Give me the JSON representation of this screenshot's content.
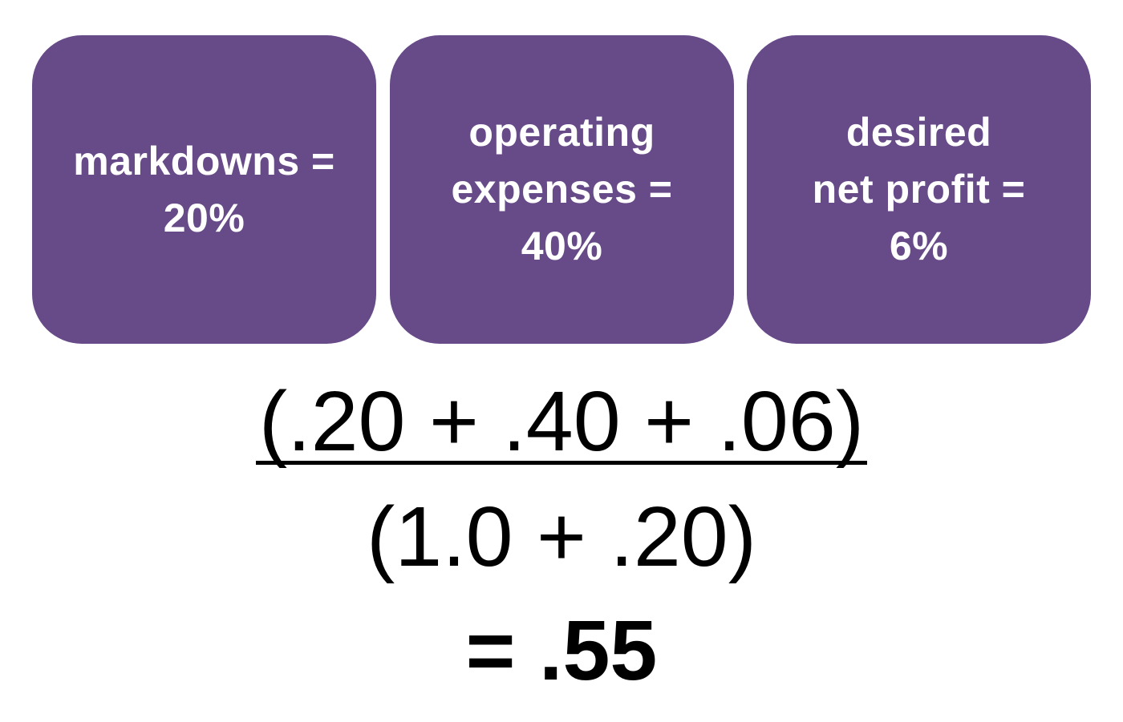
{
  "colors": {
    "box_fill": "#674a88",
    "box_text": "#ffffff",
    "formula_text": "#000000"
  },
  "boxes": [
    {
      "lines": [
        "markdowns =",
        "20%"
      ]
    },
    {
      "lines": [
        "operating",
        "expenses =",
        "40%"
      ]
    },
    {
      "lines": [
        "desired",
        "net profit =",
        "6%"
      ]
    }
  ],
  "formula": {
    "numerator": "(.20 + .40 + .06)",
    "denominator": "(1.0 + .20)",
    "result": "= .55"
  }
}
